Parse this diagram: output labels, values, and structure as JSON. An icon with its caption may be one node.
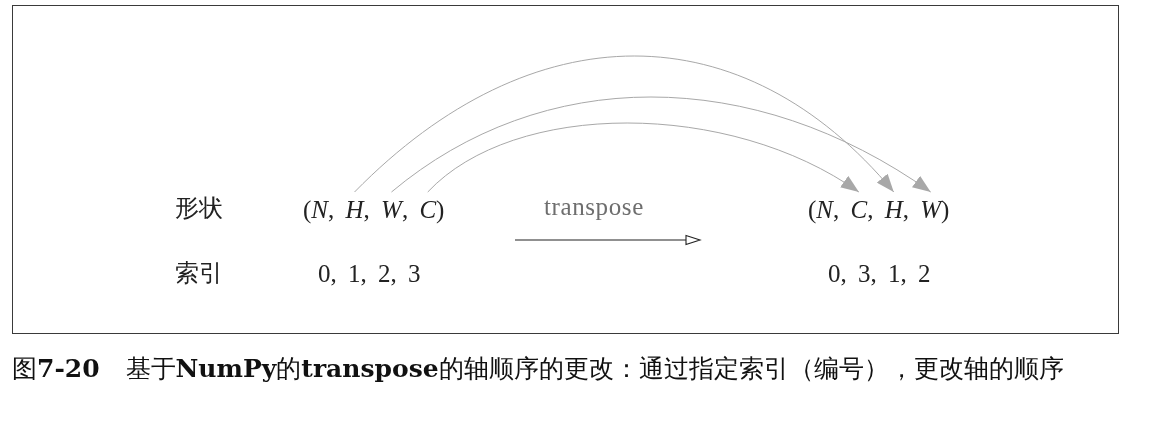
{
  "diagram": {
    "caption": "图**7-20** 基于**NumPy**的**transpose**的轴顺序的更改：通过指定索引（编号），更改轴的顺序",
    "nodes": [
      {
        "text": [
          "(*N*, *H*, *W*, *C*)"
        ]
      },
      {
        "text": [
          "(*N*, *C*, *H*, *W*)"
        ]
      }
    ],
    "edges": [
      {
        "from": 0,
        "to": 1,
        "arrow": "to"
      },
      {
        "from": 0,
        "to": 1,
        "arrow": "to"
      },
      {
        "from": 0,
        "to": 1,
        "arrow": "to"
      }
    ],
    "labels": [
      "形状",
      "transpose",
      "索引",
      "0, 1, 2, 3",
      "0, 3, 1, 2"
    ]
  }
}
